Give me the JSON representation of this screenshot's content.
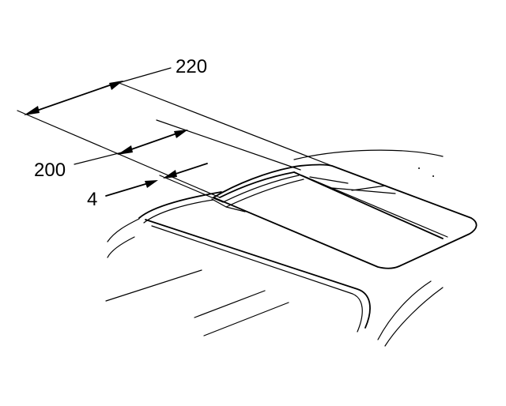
{
  "callouts": {
    "dim_220": "220",
    "dim_200": "200",
    "dim_4": "4"
  },
  "colors": {
    "ink": "#000000",
    "paper": "#ffffff"
  }
}
